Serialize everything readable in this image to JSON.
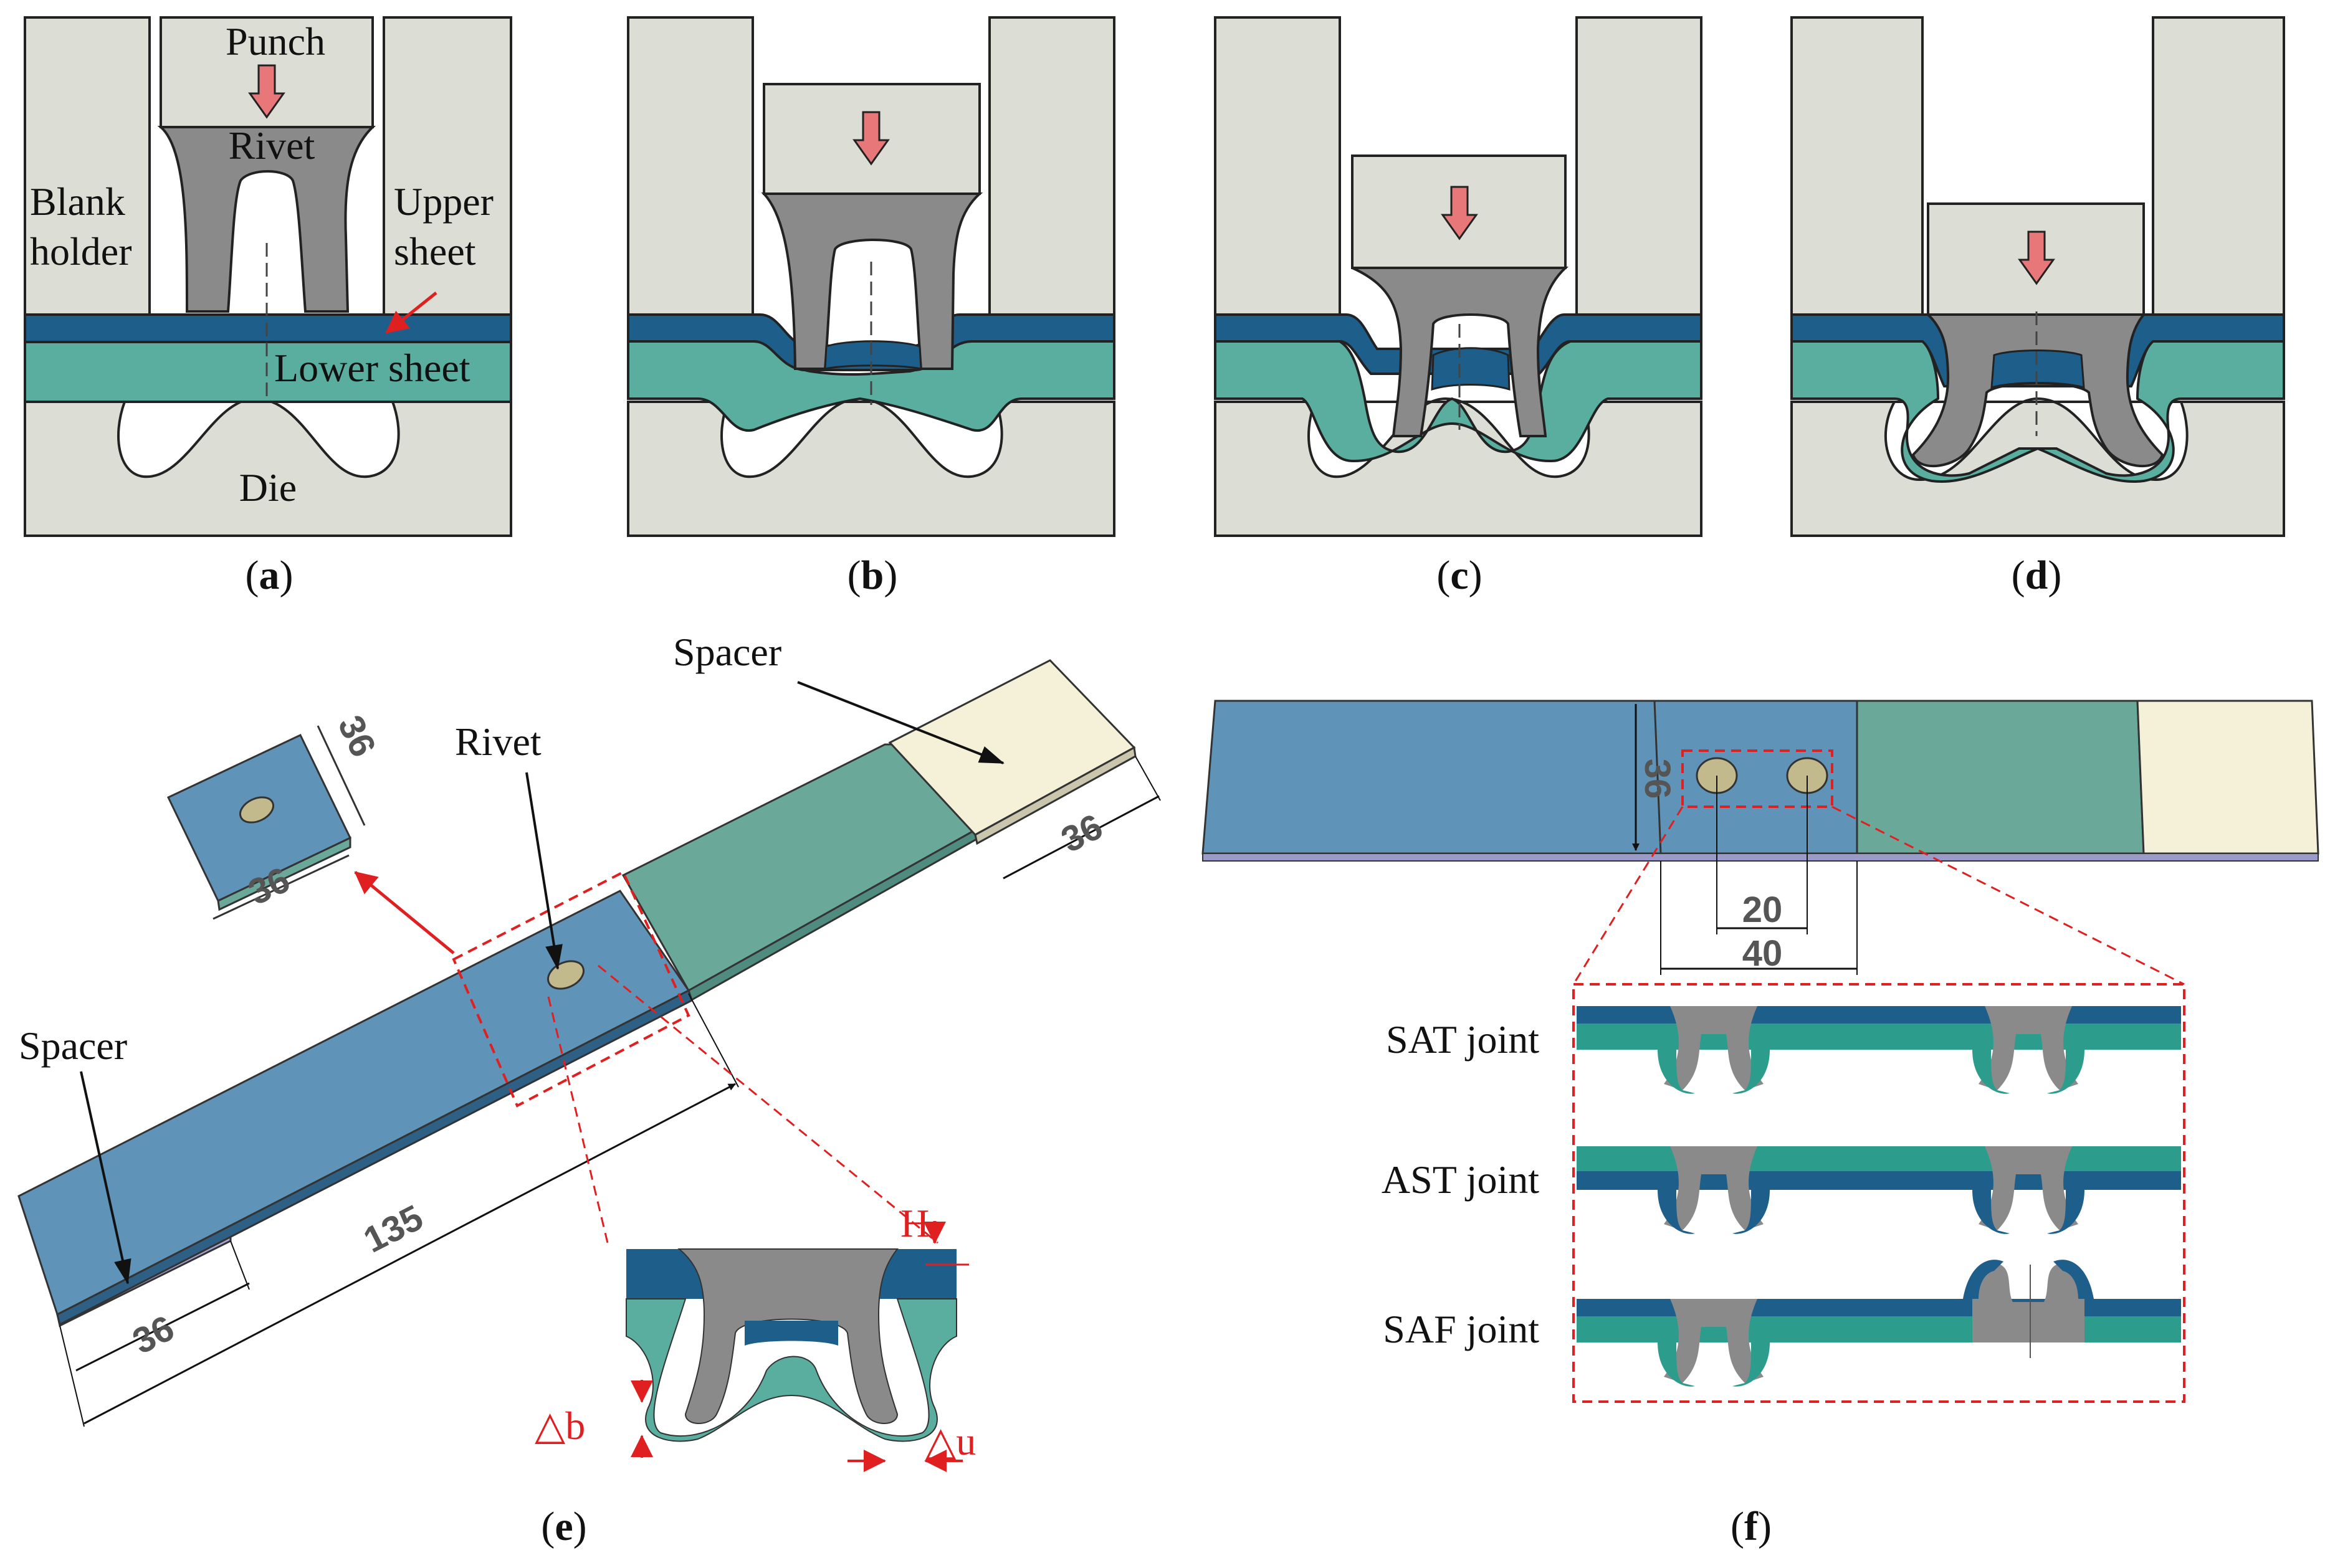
{
  "panel_a": {
    "punch": "Punch",
    "rivet": "Rivet",
    "blank_holder_1": "Blank",
    "blank_holder_2": "holder",
    "upper_sheet_1": "Upper",
    "upper_sheet_2": "sheet",
    "lower_sheet": "Lower sheet",
    "die": "Die"
  },
  "captions": {
    "a": "a",
    "b": "b",
    "c": "c",
    "d": "d",
    "e": "e",
    "f": "f"
  },
  "panel_e": {
    "spacer_top": "Spacer",
    "spacer_left": "Spacer",
    "rivet": "Rivet",
    "dim_small_width": "36",
    "dim_small_side": "36",
    "dim_spacer_right": "36",
    "dim_spacer_left": "36",
    "dim_length": "135",
    "H": "H",
    "delta_b": "△b",
    "delta_u": "△u"
  },
  "panel_f": {
    "dim_width": "36",
    "dim_pitch": "20",
    "dim_overlap": "40",
    "sat": "SAT joint",
    "ast": "AST joint",
    "saf": "SAF joint"
  },
  "colors": {
    "tool_gray": "#dcded5",
    "rivet_gray": "#8a8a8a",
    "upper_sheet": "#1d5f8a",
    "lower_sheet": "#5aae9f",
    "plate_blue": "#5f93b8",
    "plate_green": "#6aa89a",
    "spacer_cream": "#f4f1d8",
    "accent_red": "#e02020"
  }
}
